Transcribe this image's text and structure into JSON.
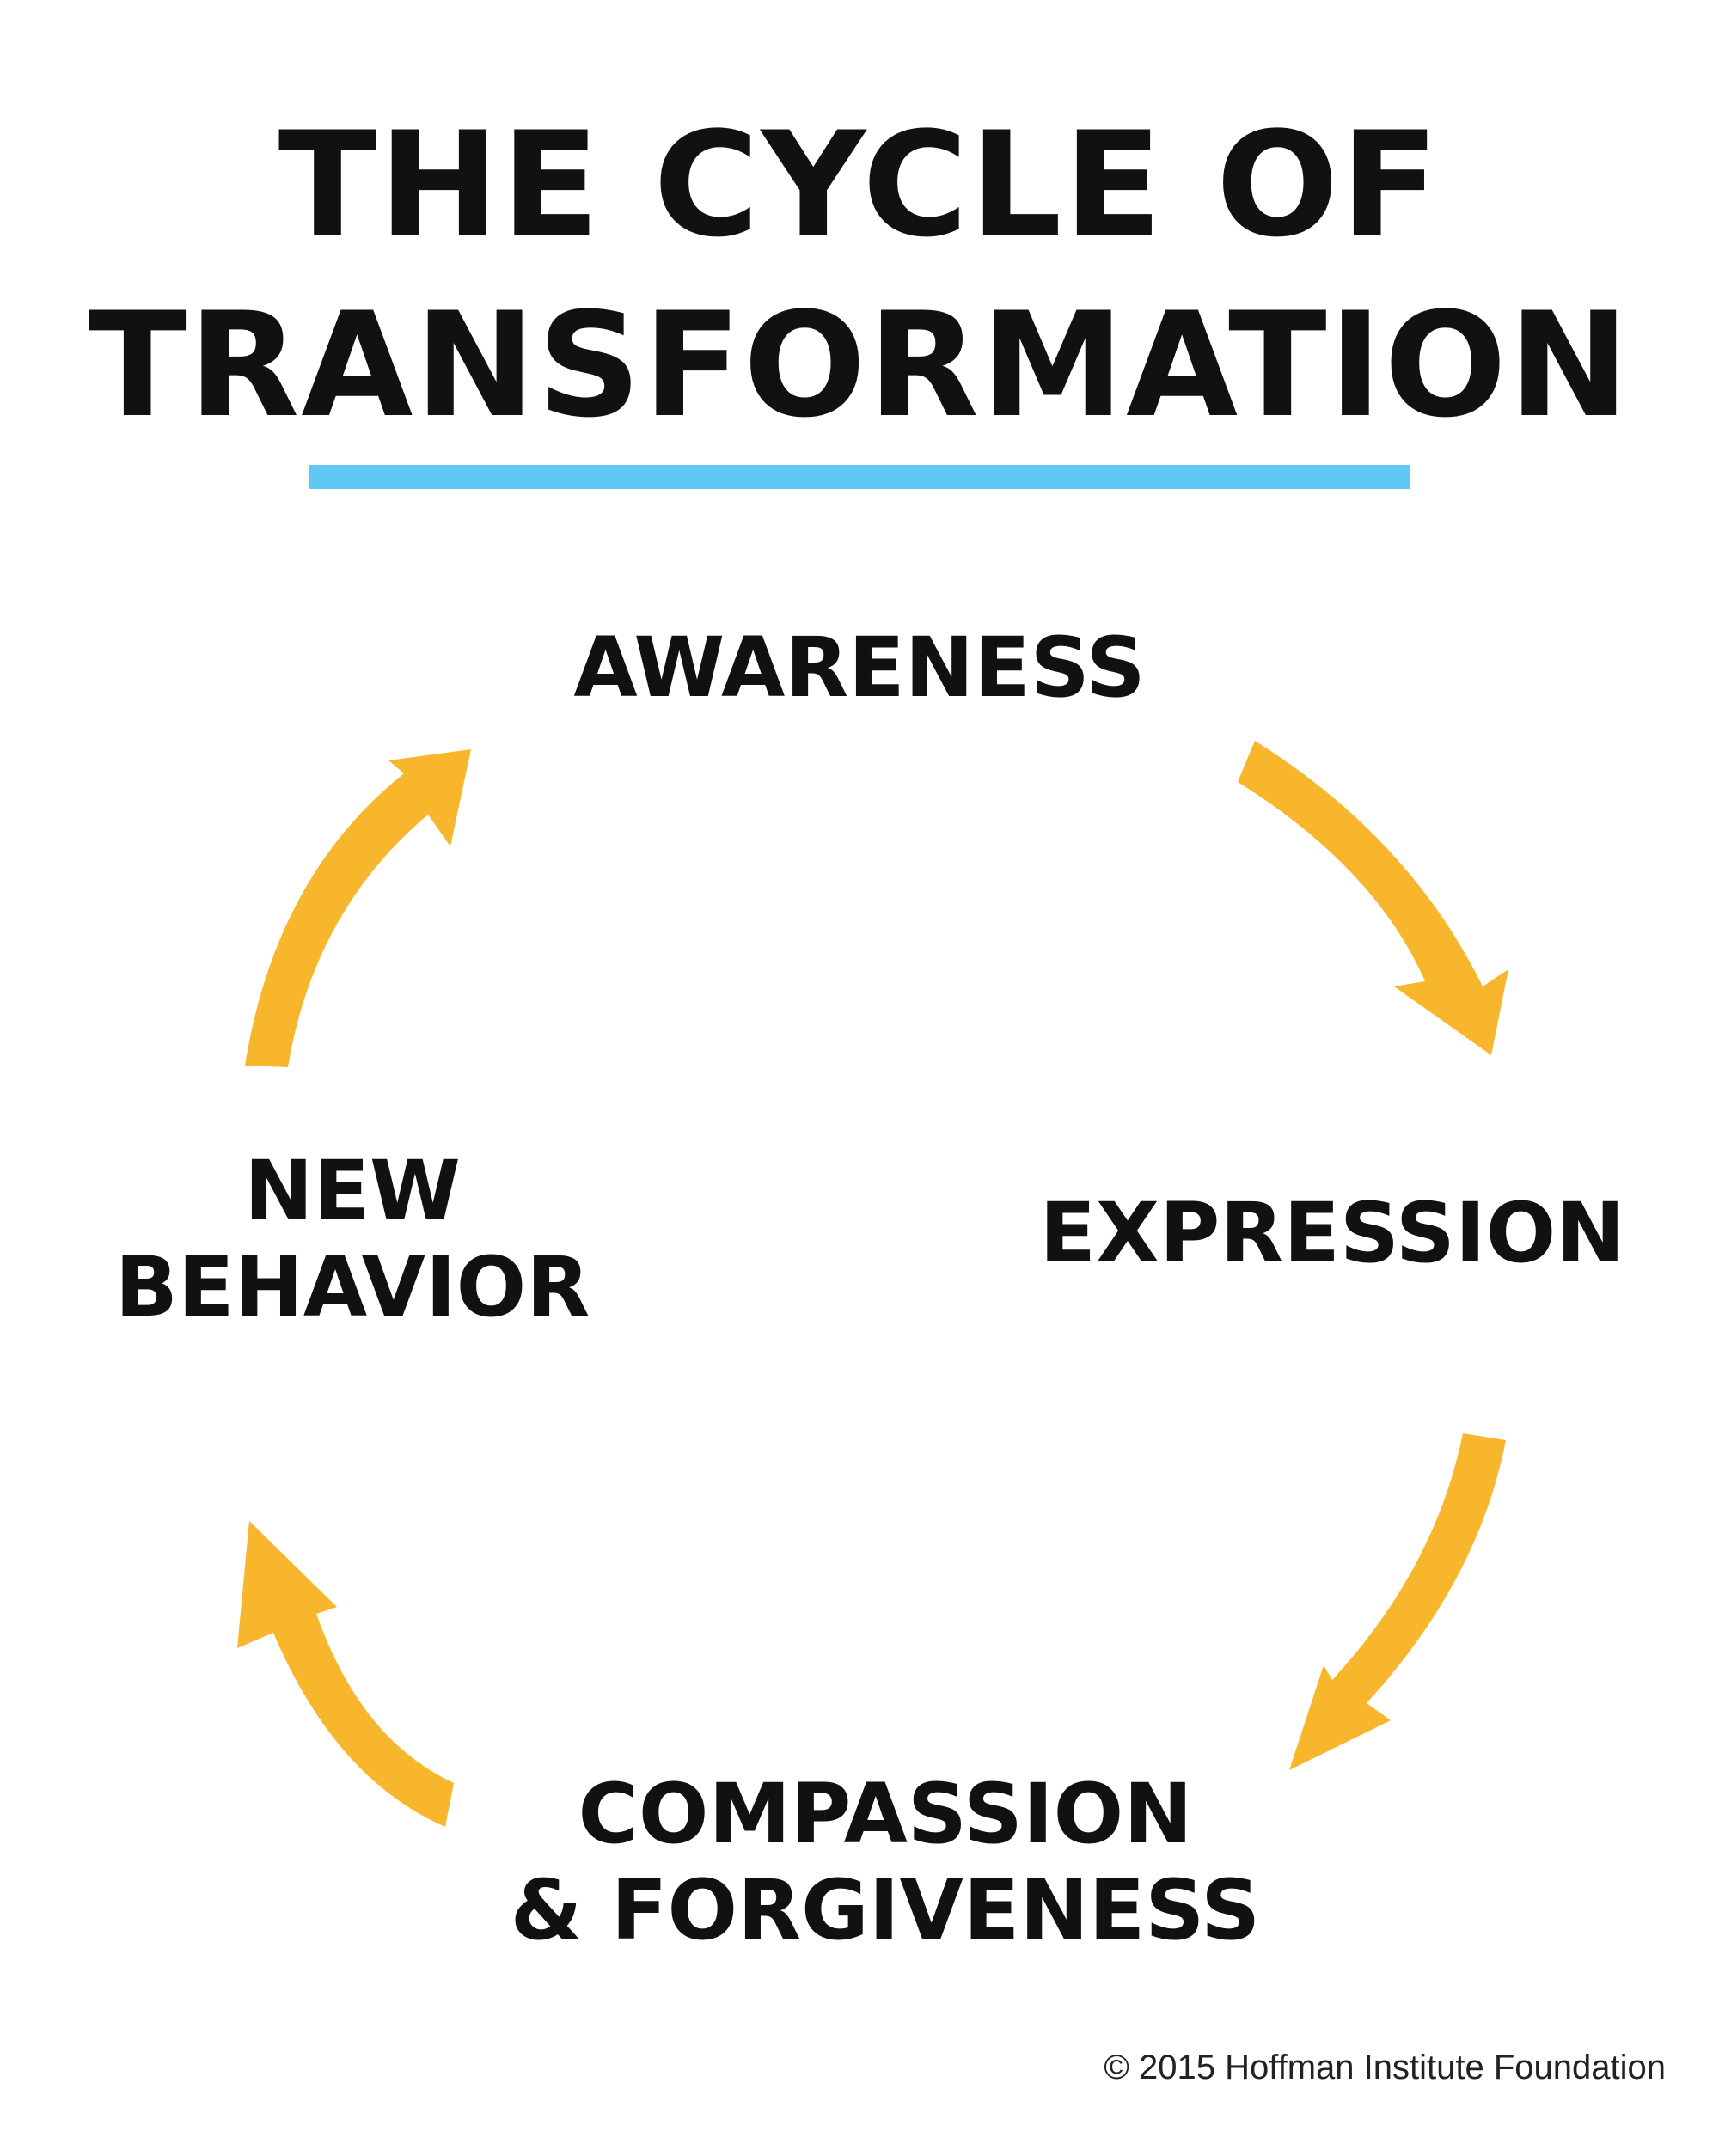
{
  "title": {
    "line1": "THE CYCLE OF",
    "line2": "TRANSFORMATION"
  },
  "colors": {
    "title_rule": "#5fc9f3",
    "arrow": "#f8b62d",
    "text": "#111111"
  },
  "cycle": {
    "stages": [
      {
        "lines": [
          "AWARENESS"
        ]
      },
      {
        "lines": [
          "EXPRESSION"
        ]
      },
      {
        "lines": [
          "COMPASSION",
          "& FORGIVENESS"
        ]
      },
      {
        "lines": [
          "NEW",
          "BEHAVIOR"
        ]
      }
    ],
    "arrow_direction": "clockwise"
  },
  "footer": {
    "copyright": "© 2015 Hoffman Institute Foundation"
  }
}
